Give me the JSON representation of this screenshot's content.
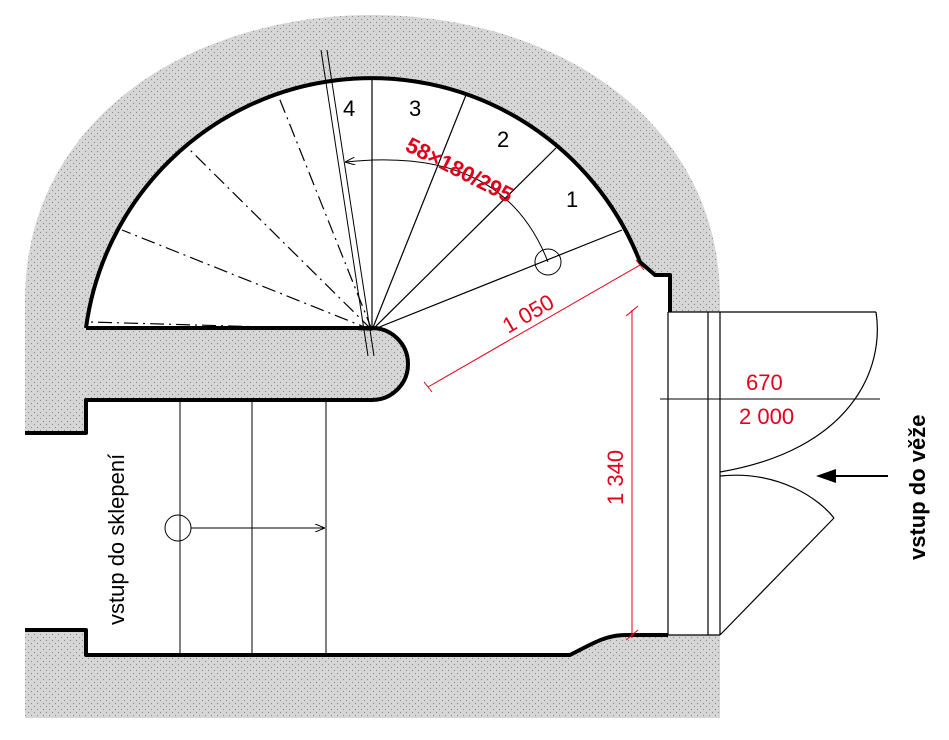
{
  "steps": {
    "labels": [
      "1",
      "2",
      "3",
      "4"
    ],
    "spec": "58×180/295"
  },
  "dimensions": {
    "radius": "1 050",
    "passage_height": "1 340",
    "door_width_top": "670",
    "door_width_bottom": "2 000"
  },
  "labels": {
    "cellar_entrance": "vstup do sklepení",
    "tower_entrance": "vstup do věže"
  },
  "colors": {
    "wall_fill": "#d6d6d6",
    "dimension_red": "#e2001a",
    "line": "#000000"
  }
}
